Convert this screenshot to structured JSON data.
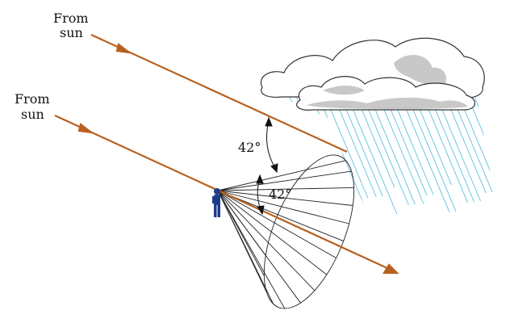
{
  "labels": {
    "from_sun_top_line1": "From",
    "from_sun_top_line2": "sun",
    "from_sun_bottom_line1": "From",
    "from_sun_bottom_line2": "sun",
    "angle_top": "42°",
    "angle_bottom": "42°"
  },
  "colors": {
    "sun_ray": "#b8601f",
    "rain": "#59c1dc",
    "cloud_outline": "#333333",
    "cloud_fill": "#ffffff",
    "cloud_shade": "#c8c8c8",
    "cone_line": "#222222",
    "observer": "#1e3b8a"
  },
  "icons": {
    "observer": "person-icon",
    "cloud": "cloud-icon",
    "rain": "rain-streaks"
  }
}
